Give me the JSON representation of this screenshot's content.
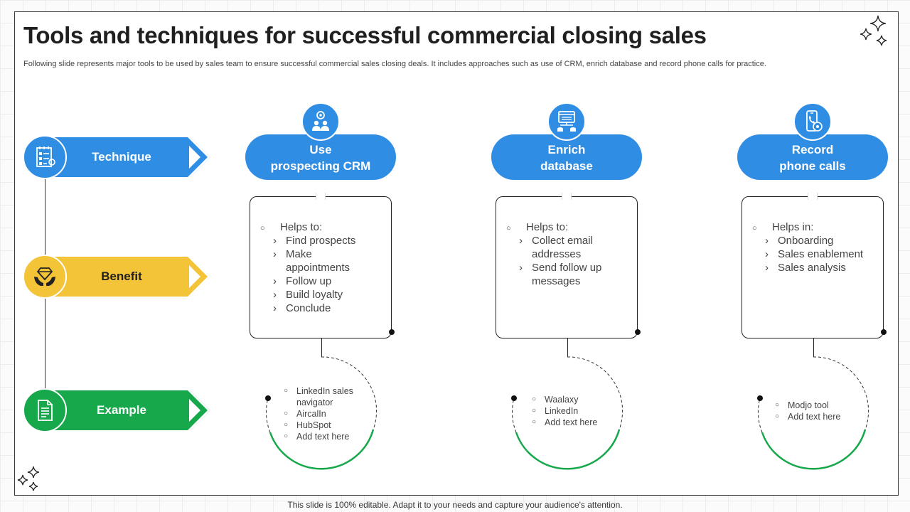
{
  "title": "Tools and techniques for successful commercial closing sales",
  "subtitle": "Following slide represents major tools to be used by sales team to ensure successful commercial sales closing deals. It includes approaches such as use of CRM, enrich database and record phone calls for practice.",
  "footer": "This slide is 100% editable. Adapt it to your needs and capture your audience's attention.",
  "rows": {
    "technique": "Technique",
    "benefit": "Benefit",
    "example": "Example"
  },
  "colors": {
    "blue": "#2f8de4",
    "yellow": "#f3c338",
    "green": "#16a84b"
  },
  "columns": [
    {
      "icon": "crm-team-icon",
      "title_line1": "Use",
      "title_line2": "prospecting CRM",
      "lead": "Helps to:",
      "benefits": [
        "Find prospects",
        "Make appointments",
        "Follow up",
        "Build loyalty",
        "Conclude"
      ],
      "examples": [
        "LinkedIn sales navigator",
        "AircalIn",
        "HubSpot",
        "Add text here"
      ]
    },
    {
      "icon": "database-icon",
      "title_line1": "Enrich",
      "title_line2": "database",
      "lead": "Helps to:",
      "benefits": [
        "Collect email addresses",
        "Send follow up messages"
      ],
      "examples": [
        "Waalaxy",
        "LinkedIn",
        "Add text here"
      ]
    },
    {
      "icon": "phone-call-icon",
      "title_line1": "Record",
      "title_line2": "phone calls",
      "lead": "Helps in:",
      "benefits": [
        "Onboarding",
        "Sales enablement",
        "Sales analysis"
      ],
      "examples": [
        "Modjo tool",
        "Add text here"
      ]
    }
  ]
}
